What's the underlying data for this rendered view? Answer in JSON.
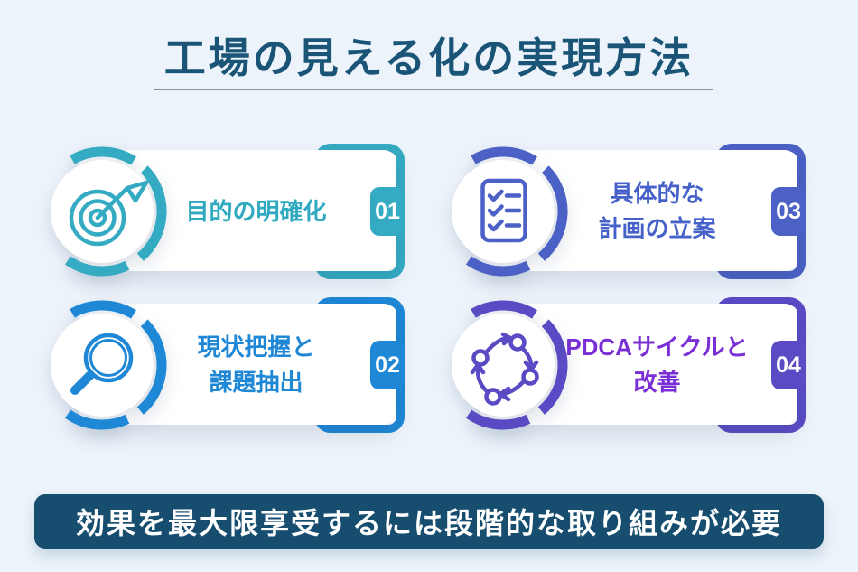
{
  "theme": {
    "page-bg": "#edf3fa",
    "title-color": "#1a5578",
    "underline": "#8a94a0",
    "banner-bg": "#174e70",
    "banner-text": "#ffffff"
  },
  "header": {
    "title": "工場の見える化の実現方法"
  },
  "steps": [
    {
      "number": "01",
      "label": "目的の明確化",
      "lines": [
        "目的の明確化"
      ],
      "icon": "target-icon",
      "accent": "#34abc2",
      "label_color": "#2fa9c0"
    },
    {
      "number": "02",
      "label": "現状把握と課題抽出",
      "lines": [
        "現状把握と",
        "課題抽出"
      ],
      "icon": "magnifier-icon",
      "accent": "#1e87d6",
      "label_color": "#1e87d6"
    },
    {
      "number": "03",
      "label": "具体的な計画の立案",
      "lines": [
        "具体的な",
        "計画の立案"
      ],
      "icon": "checklist-icon",
      "accent": "#4b61c6",
      "label_color": "#4661c8"
    },
    {
      "number": "04",
      "label": "PDCAサイクルと改善",
      "lines": [
        "PDCAサイクルと",
        "改善"
      ],
      "icon": "pdca-cycle-icon",
      "accent": "#5a4bc4",
      "label_color": "#7a2fd6"
    }
  ],
  "footer": {
    "text": "効果を最大限享受するには段階的な取り組みが必要"
  }
}
